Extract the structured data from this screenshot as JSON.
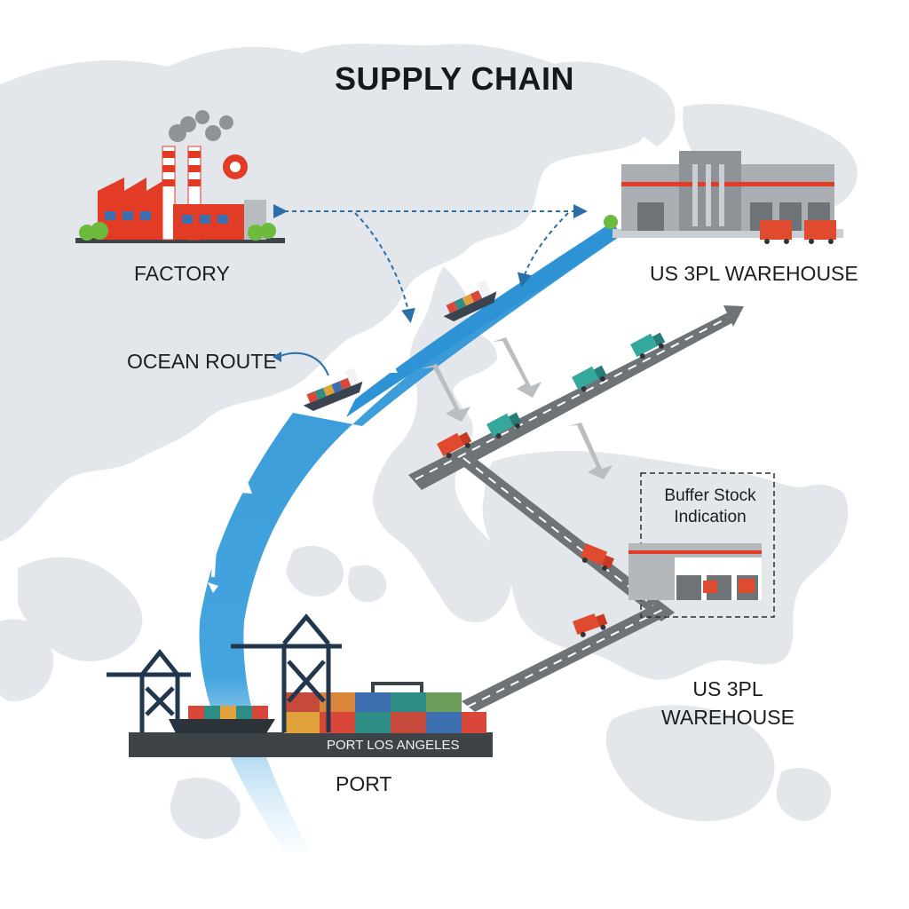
{
  "title": "SUPPLY CHAIN",
  "labels": {
    "factory": "FACTORY",
    "warehouse_top": "US 3PL WAREHOUSE",
    "ocean_route": "OCEAN ROUTE",
    "buffer_line1": "Buffer Stock",
    "buffer_line2": "Indication",
    "warehouse_bottom_line1": "US 3PL",
    "warehouse_bottom_line2": "WAREHOUSE",
    "port_sign": "PORT LOS ANGELES",
    "port": "PORT"
  },
  "colors": {
    "map_land": "#e3e6e9",
    "ocean_route": "#2d8fd0",
    "road": "#6f7479",
    "factory": "#e23b26",
    "warehouse": "#a9aeb3",
    "crane": "#22364d",
    "truck_red": "#e04a2f",
    "truck_teal": "#2fa49a",
    "dashed_arrow": "#2a6fa8"
  },
  "icons": [
    "factory-icon",
    "warehouse-icon",
    "container-ship-icon",
    "truck-icon",
    "crane-icon",
    "container-stack-icon",
    "tree-icon",
    "smoke-icon"
  ]
}
